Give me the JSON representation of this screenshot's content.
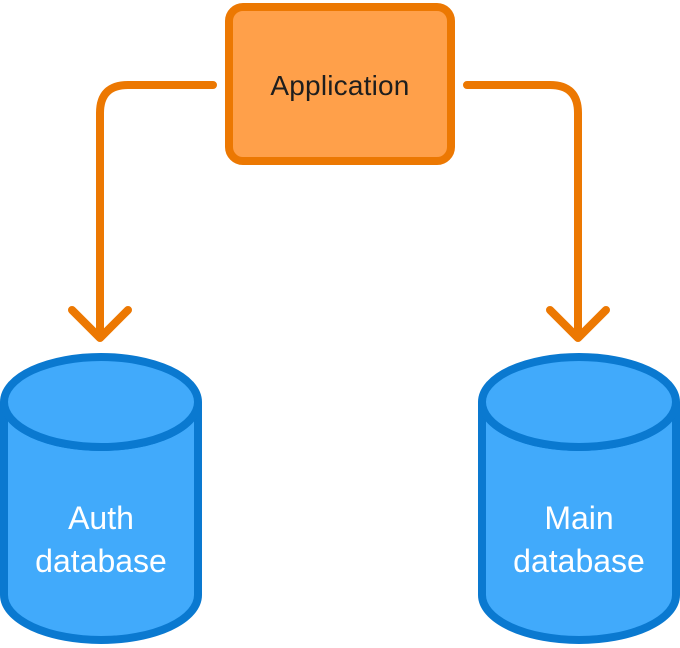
{
  "colors": {
    "background": "#FFFFFF",
    "orange_fill": "#FFA04A",
    "orange_stroke": "#EC7802",
    "blue_fill": "#41AAFB",
    "blue_stroke": "#0A79D0",
    "node_text": "#1E1E1E",
    "db_text": "#FFFFFF"
  },
  "diagram": {
    "nodes": {
      "application": {
        "label": "Application",
        "shape": "rounded-rectangle"
      },
      "auth_db": {
        "lines": [
          "Auth",
          "database"
        ],
        "shape": "cylinder"
      },
      "main_db": {
        "lines": [
          "Main",
          "database"
        ],
        "shape": "cylinder"
      }
    },
    "edges": [
      {
        "from": "application",
        "to": "auth_db",
        "style": "elbow-arrow"
      },
      {
        "from": "application",
        "to": "main_db",
        "style": "elbow-arrow"
      }
    ]
  }
}
